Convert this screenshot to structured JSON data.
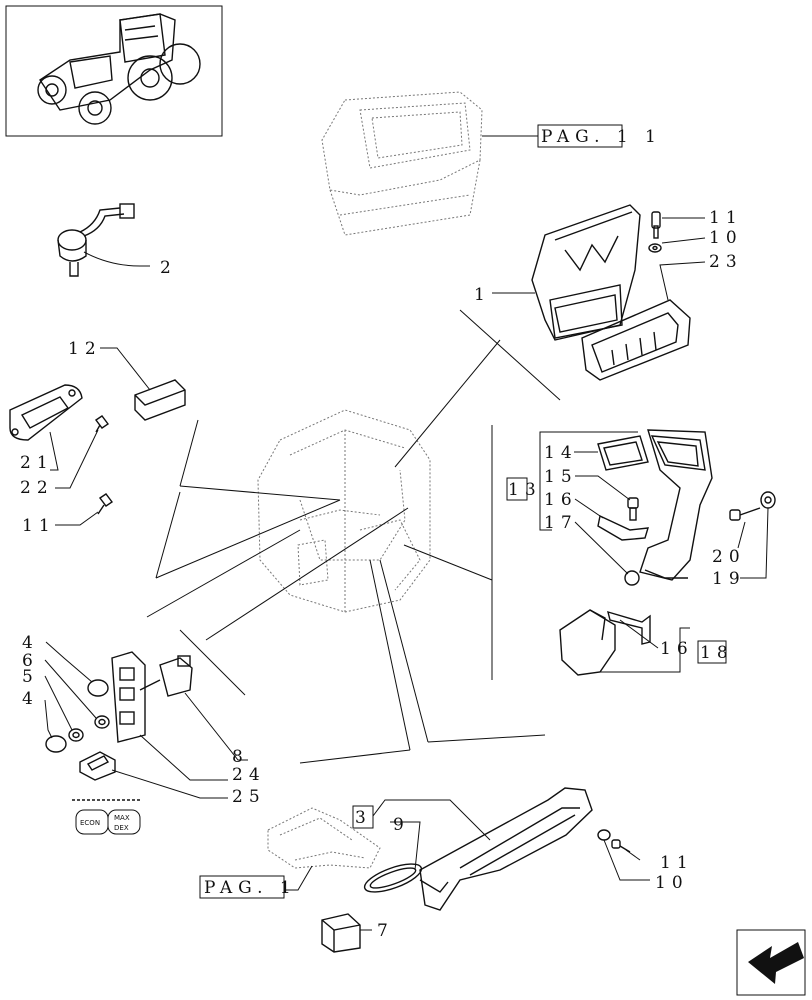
{
  "references": {
    "pag_top": "PAG. 1",
    "pag_bottom": "PAG. 1"
  },
  "callouts": {
    "c1": "1",
    "c2": "2",
    "c3": "3",
    "c4a": "4",
    "c4b": "4",
    "c5": "5",
    "c6": "6",
    "c7": "7",
    "c8": "8",
    "c9": "9",
    "c10a": "10",
    "c10b": "10",
    "c11a": "11",
    "c11b": "11",
    "c11c": "11",
    "c12": "12",
    "c13": "13",
    "c14": "14",
    "c15": "15",
    "c16a": "16",
    "c16b": "16",
    "c17": "17",
    "c18": "18",
    "c19": "19",
    "c20": "20",
    "c21": "21",
    "c22": "22",
    "c23": "23",
    "c24": "24",
    "c25": "25"
  },
  "switch_labels": {
    "left": "ECON",
    "right_top": "MAX",
    "right_bottom": "DEX"
  },
  "icons": {
    "thumbnail": "tractor-thumbnail",
    "nav": "arrow-back-icon"
  }
}
